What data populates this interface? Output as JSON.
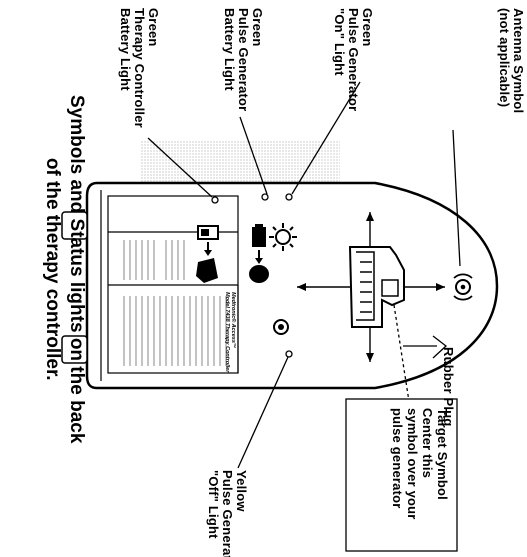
{
  "labels": {
    "antenna": [
      "Antenna Symbol",
      "(not applicable)"
    ],
    "pg_on": [
      "Green",
      "Pulse Generator",
      "\"On\" Light"
    ],
    "pg_battery": [
      "Green",
      "Pulse Generator",
      "Battery Light"
    ],
    "tc_battery": [
      "Green",
      "Therapy Controller",
      "Battery Light"
    ],
    "rubber_plug": "Rubber Plug",
    "target": [
      "Target Symbol",
      "Center this",
      "symbol over your",
      "pulse generator"
    ],
    "pg_off": [
      "Yellow",
      "Pulse Generator",
      "\"Off\" Light"
    ]
  },
  "caption": [
    "Symbols and Status lights on the back",
    "of the therapy controller."
  ],
  "device": {
    "title": [
      "Medtronic® Access™",
      "Model 7438 Therapy Controller"
    ]
  },
  "colors": {
    "ink": "#000000",
    "paper": "#ffffff",
    "dots": "#9a9a9a"
  },
  "icons": [
    "antenna-icon",
    "target-icon",
    "sun-icon",
    "battery-icon",
    "off-icon"
  ]
}
